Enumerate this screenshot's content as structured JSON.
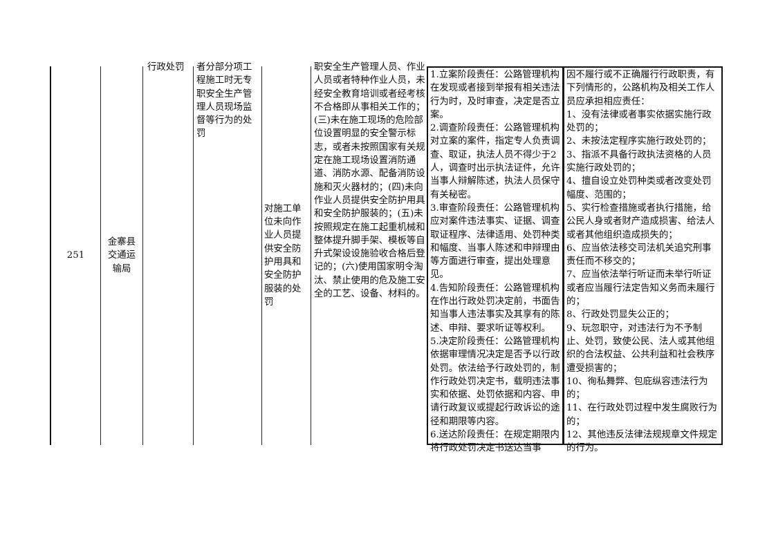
{
  "row": {
    "number": "251",
    "department": "金寨县交通运输局",
    "type_fragment": "行政处罚",
    "item_name_fragment": "者分部分项工程施工时无专职安全生产管理人员现场监督等行为的处罚",
    "sub_item": "对施工单位未向作业人员提供安全防护用具和安全防护服装的处罚",
    "basis_fragment": "职安全生产管理人员、作业人员或者特种作业人员，未经安全教育培训或者经考核不合格即从事相关工作的；(三)未在施工现场的危险部位设置明显的安全警示标志，或者未按照国家有关规定在施工现场设置消防通道、消防水源、配备消防设施和灭火器材的；(四)未向作业人员提供安全防护用具和安全防护服装的；(五)未按照规定在施工起重机械和整体提升脚手架、模板等自升式架设设施验收合格后登记的；(六)使用国家明令淘汰、禁止使用的危及施工安全的工艺、设备、材料的。",
    "duty_paragraphs": [
      "1.立案阶段责任：公路管理机构在发现或者接到举报有相关违法行为时，及时审查，决定是否立案。",
      "2.调查阶段责任：公路管理机构对立案的案件，指定专人负责调查、取证，执法人员不得少于2人，调查时出示执法证件，允许当事人辩解陈述，执法人员保守有关秘密。",
      "3.审查阶段责任：公路管理机构应对案件违法事实、证据、调查取证程序、法律适用、处罚种类和幅度、当事人陈述和申辩理由等方面进行审查，提出处理意见。",
      "4.告知阶段责任：公路管理机构在作出行政处罚决定前，书面告知当事人违法事实及其享有的陈述、申辩、要求听证等权利。",
      "5.决定阶段责任：公路管理机构依据审理情况决定是否予以行政处罚。依法给予行政处罚的，制作行政处罚决定书，载明违法事实和依据、处罚依据和内容、申请行政复议或提起行政诉讼的途径和期限等内容。",
      "6.送达阶段责任：在规定期限内将行政处罚决定书送达当事"
    ],
    "accountability_paragraphs": [
      "因不履行或不正确履行行政职责，有下列情形的，公路机构及相关工作人员应承担相应责任：",
      "1、没有法律或者事实依据实施行政处罚的；",
      "2、未按法定程序实施行政处罚的；",
      "3、指派不具备行政执法资格的人员实施行政处罚的；",
      "4、擅自设立处罚种类或者改变处罚幅度、范围的；",
      "5、实行检查措施或者执行措施，给公民人身或者财产造成损害、给法人或者其他组织造成损失的；",
      "6、应当依法移交司法机关追究刑事责任而不移交的；",
      "7、应当依法举行听证而未举行听证或者应当履行法定告知义务而未履行的；",
      "8、行政处罚显失公正的；",
      "9、玩忽职守，对违法行为不予制止、处罚，致使公民、法人或其他组织的合法权益、公共利益和社会秩序遭受损害的；",
      "10、徇私舞弊、包庇纵容违法行为的；",
      "11、在行政处罚过程中发生腐败行为的；",
      "12、其他违反法律法规规章文件规定的行为。"
    ]
  }
}
